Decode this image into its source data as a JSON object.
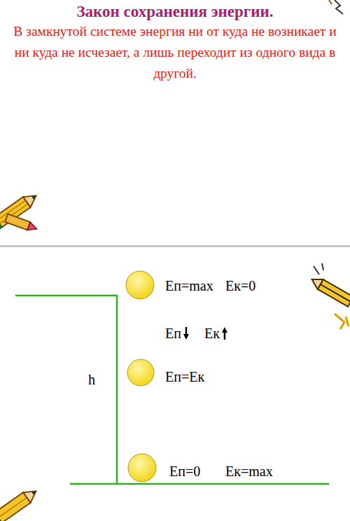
{
  "diagram": {
    "title": "Закон сохранения энергии.",
    "labels": [
      "В замкнутой системе энергия ни от куда не возникает и ни куда не исчезает, а лишь переходит из одного вида в другой.",
      "Еп=max",
      "Ек=0",
      "Еп",
      "Ек",
      "h",
      "Еп=Ек",
      "Еп=0",
      "Ек=max"
    ]
  }
}
